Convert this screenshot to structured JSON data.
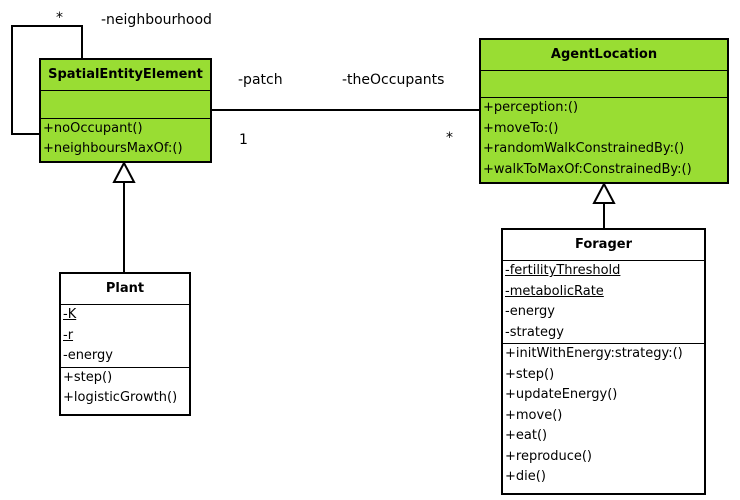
{
  "classes": {
    "spatial": {
      "name": "SpatialEntityElement",
      "methods": [
        "+noOccupant()",
        "+neighboursMaxOf:()"
      ]
    },
    "agent": {
      "name": "AgentLocation",
      "methods": [
        "+perception:()",
        "+moveTo:()",
        "+randomWalkConstrainedBy:()",
        "+walkToMaxOf:ConstrainedBy:()"
      ]
    },
    "plant": {
      "name": "Plant",
      "attributes": [
        "-K",
        "-r",
        "-energy"
      ],
      "methods": [
        "+step()",
        "+logisticGrowth()"
      ]
    },
    "forager": {
      "name": "Forager",
      "attributes": [
        "-fertilityThreshold",
        "-metabolicRate",
        "-energy",
        "-strategy"
      ],
      "methods": [
        "+initWithEnergy:strategy:()",
        "+step()",
        "+updateEnergy()",
        "+move()",
        "+eat()",
        "+reproduce()",
        "+die()"
      ]
    }
  },
  "associations": {
    "self": {
      "multiplicity": "*",
      "role": "-neighbourhood"
    },
    "patch": {
      "role_left": "-patch",
      "role_right": "-theOccupants",
      "mult_left": "1",
      "mult_right": "*"
    }
  },
  "colors": {
    "green": "#99dd33",
    "line": "#000000"
  }
}
